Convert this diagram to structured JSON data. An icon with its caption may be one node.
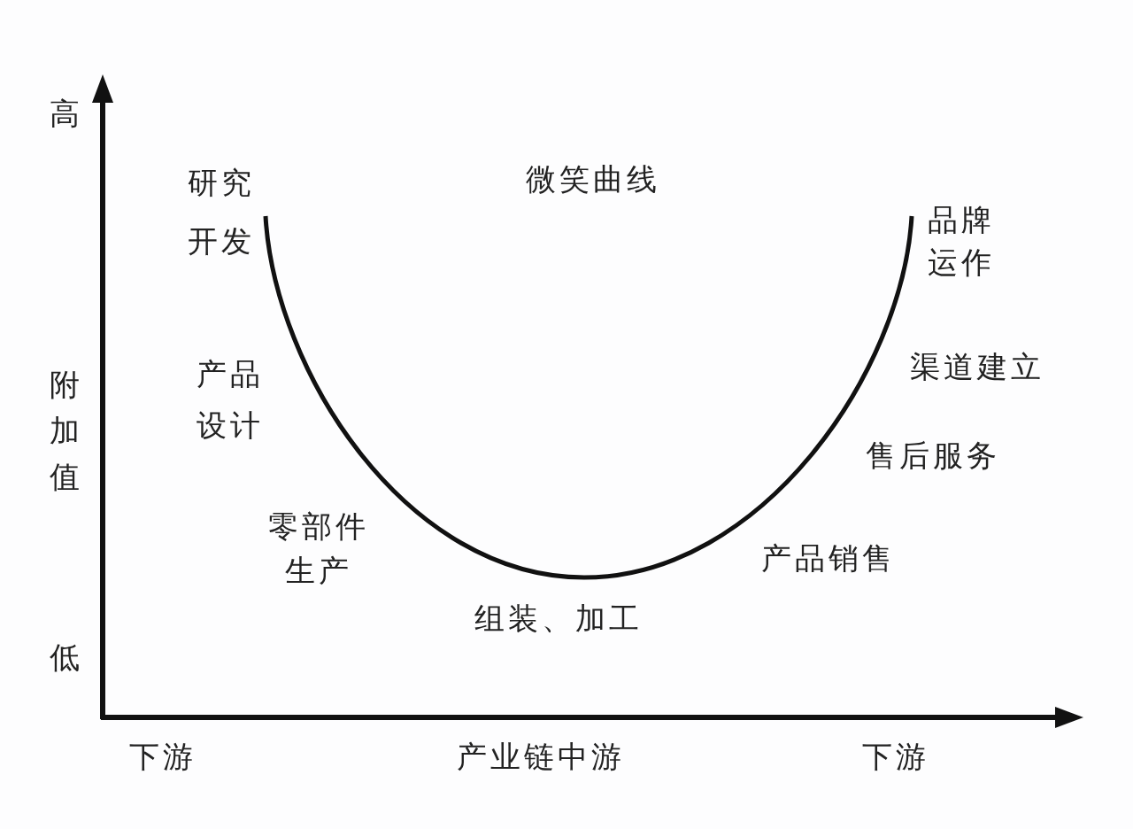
{
  "diagram": {
    "title": "微笑曲线",
    "labels": [
      "高",
      "研究开发",
      "品牌运作",
      "附加值",
      "产品设计",
      "渠道建立",
      "售后服务",
      "零部件生产",
      "产品销售",
      "组装、加工",
      "低",
      "下游",
      "产业链中游",
      "下游"
    ]
  }
}
